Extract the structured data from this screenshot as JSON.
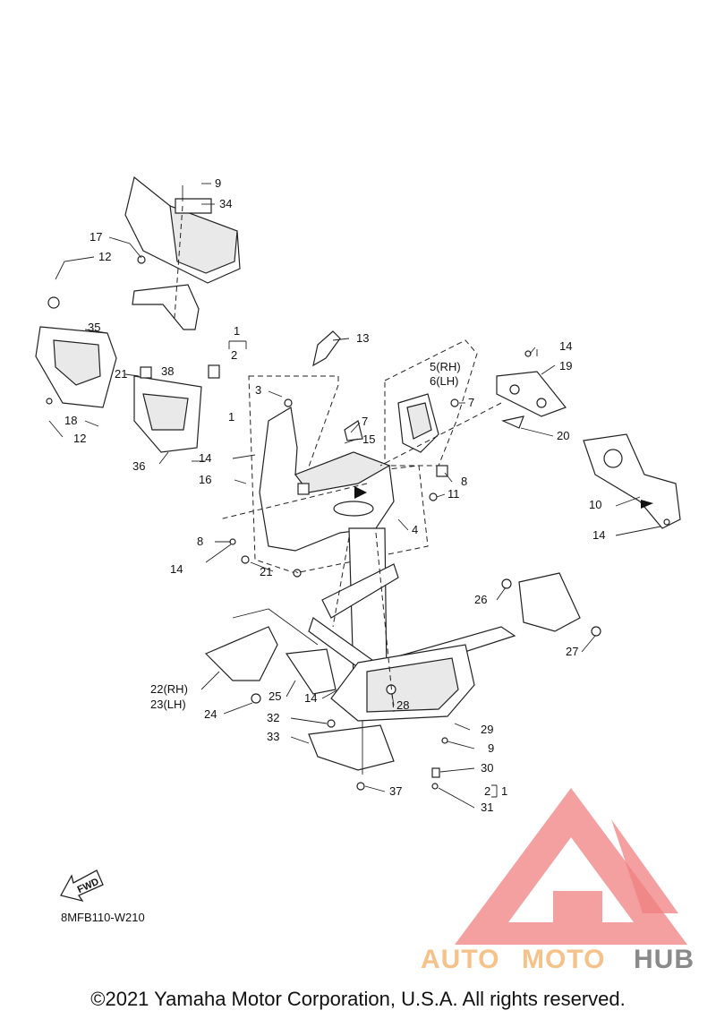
{
  "diagram": {
    "callouts": {
      "c9a": "9",
      "c34": "34",
      "c17": "17",
      "c12a": "12",
      "c35": "35",
      "c1a": "1",
      "c2a": "2",
      "c13": "13",
      "c21a": "21",
      "c38": "38",
      "c18": "18",
      "c12b": "12",
      "c36": "36",
      "c3": "3",
      "c1b": "1",
      "c14a": "14",
      "c16": "16",
      "c8a": "8",
      "c14b": "14",
      "c21b": "21",
      "c7a": "7",
      "c15": "15",
      "c5": "5(RH)",
      "c6": "6(LH)",
      "c7b": "7",
      "c8b": "8",
      "c11": "11",
      "c4": "4",
      "c14c": "14",
      "c19": "19",
      "c20": "20",
      "c10": "10",
      "c14d": "14",
      "c26": "26",
      "c27": "27",
      "c22": "22(RH)",
      "c23": "23(LH)",
      "c24": "24",
      "c25": "25",
      "c14e": "14",
      "c28": "28",
      "c32": "32",
      "c33": "33",
      "c29": "29",
      "c9b": "9",
      "c30": "30",
      "c2b": "2",
      "c1c": "1",
      "c31": "31",
      "c37": "37"
    },
    "fwd_label": "FWD",
    "ref_code": "8MFB110-W210",
    "copyright": "©2021 Yamaha Motor Corporation, U.S.A. All rights reserved."
  },
  "watermark": {
    "word_auto": "AUTO",
    "word_moto": "MOTO",
    "word_hub": "HUB",
    "color_triangle": "#f08080",
    "color_auto": "#f5c38a",
    "color_moto": "#f5c38a",
    "color_hub": "#8a8a8a"
  }
}
